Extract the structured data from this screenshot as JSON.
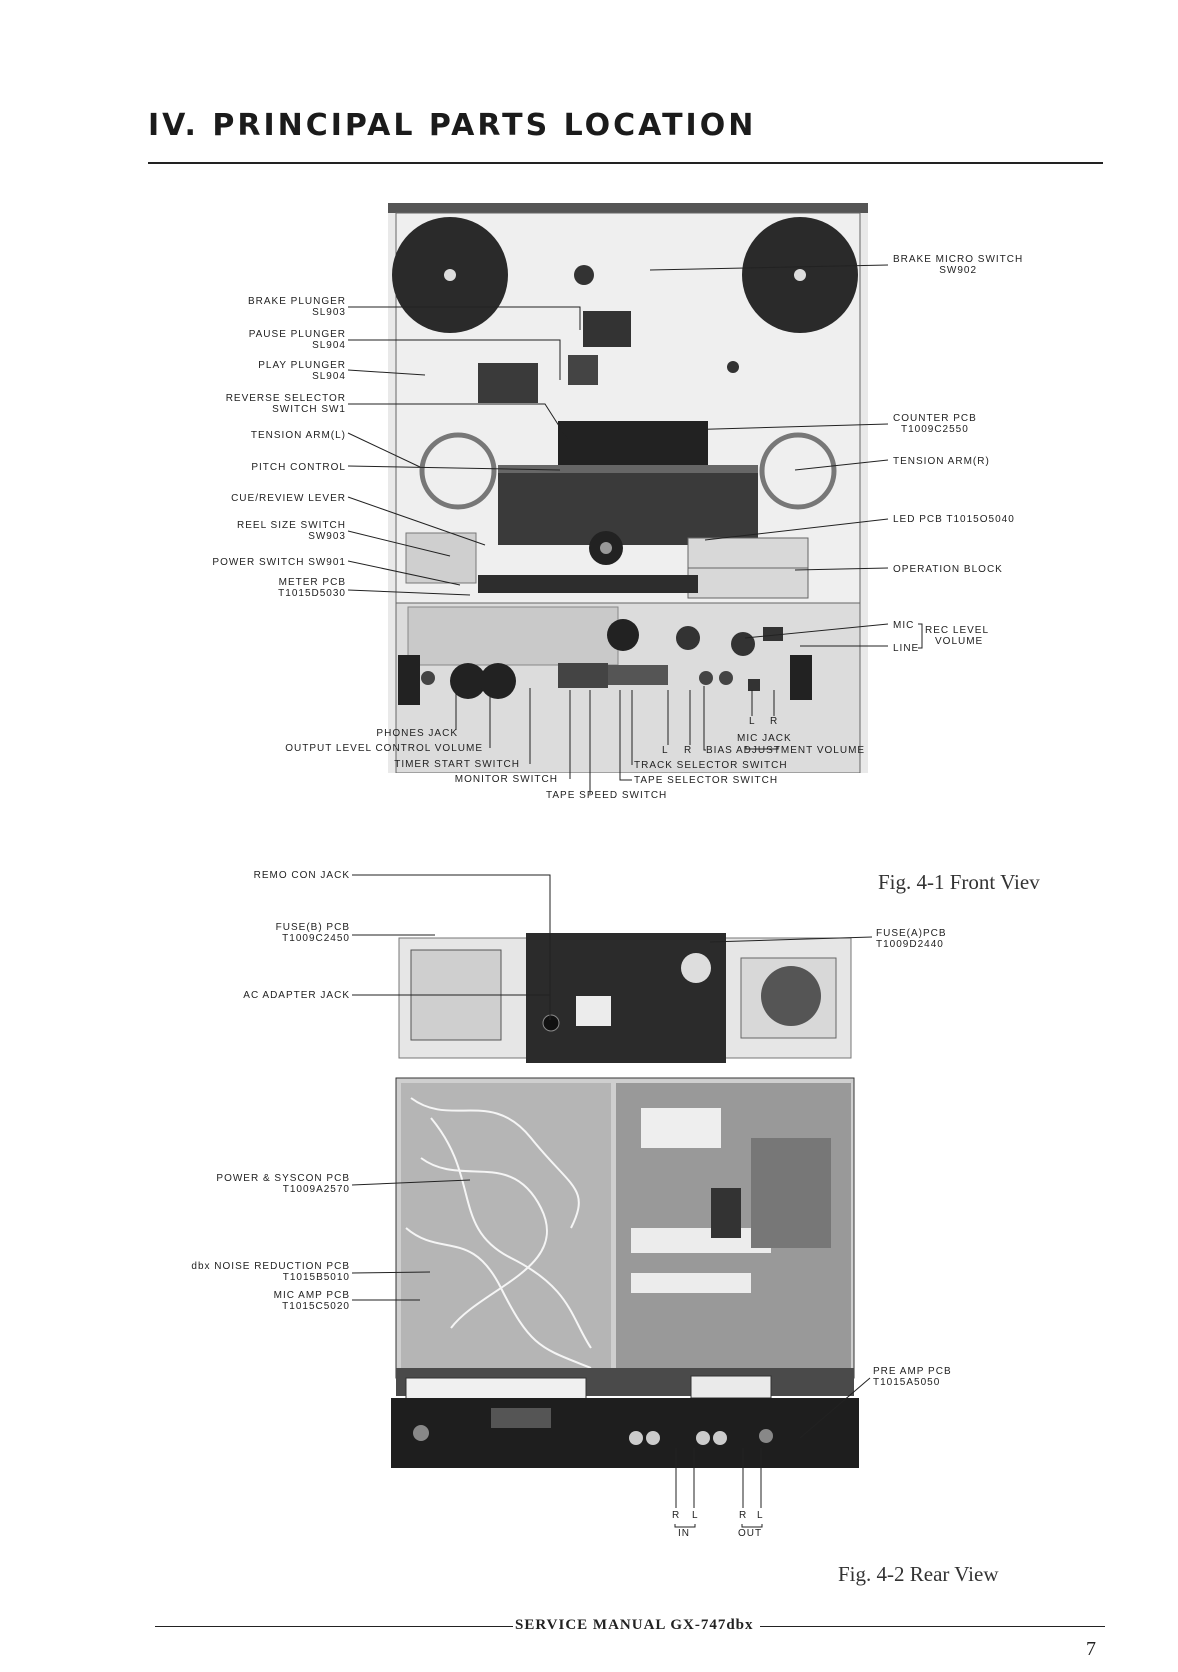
{
  "header": {
    "title": "IV. PRINCIPAL PARTS LOCATION"
  },
  "front": {
    "left_labels": [
      {
        "l1": "BRAKE PLUNGER",
        "l2": "SL903"
      },
      {
        "l1": "PAUSE PLUNGER",
        "l2": "SL904"
      },
      {
        "l1": "PLAY PLUNGER",
        "l2": "SL904"
      },
      {
        "l1": "REVERSE SELECTOR",
        "l2": "SWITCH SW1"
      },
      {
        "l1": "TENSION ARM(L)",
        "l2": ""
      },
      {
        "l1": "PITCH CONTROL",
        "l2": ""
      },
      {
        "l1": "CUE/REVIEW LEVER",
        "l2": ""
      },
      {
        "l1": "REEL SIZE SWITCH",
        "l2": "SW903"
      },
      {
        "l1": "POWER SWITCH SW901",
        "l2": ""
      },
      {
        "l1": "METER PCB",
        "l2": "T1015D5030"
      }
    ],
    "right_labels": [
      {
        "l1": "BRAKE MICRO SWITCH",
        "l2": "SW902"
      },
      {
        "l1": "COUNTER PCB",
        "l2": "T1009C2550"
      },
      {
        "l1": "TENSION ARM(R)",
        "l2": ""
      },
      {
        "l1": "LED PCB T1015O5040",
        "l2": ""
      },
      {
        "l1": "OPERATION BLOCK",
        "l2": ""
      }
    ],
    "mic": "MIC",
    "line": "LINE",
    "rec_level_1": "REC LEVEL",
    "rec_level_2": "VOLUME",
    "bottom_labels": {
      "phones_jack": "PHONES JACK",
      "output_level": "OUTPUT LEVEL CONTROL VOLUME",
      "timer_start": "TIMER START SWITCH",
      "monitor": "MONITOR SWITCH",
      "tape_speed": "TAPE SPEED SWITCH",
      "mic_l": "L",
      "mic_r": "R",
      "mic_jack": "MIC JACK",
      "bias_l": "L",
      "bias_r": "R",
      "bias": "BIAS ADJUSTMENT VOLUME",
      "track": "TRACK SELECTOR SWITCH",
      "tape_sel": "TAPE SELECTOR SWITCH"
    },
    "caption": "Fig. 4-1 Front Viev"
  },
  "rear": {
    "left_labels": [
      {
        "l1": "REMO CON JACK",
        "l2": ""
      },
      {
        "l1": "FUSE(B) PCB",
        "l2": "T1009C2450"
      },
      {
        "l1": "AC ADAPTER JACK",
        "l2": ""
      },
      {
        "l1": "POWER & SYSCON PCB",
        "l2": "T1009A2570"
      },
      {
        "l1": "dbx NOISE REDUCTION PCB",
        "l2": "T1015B5010"
      },
      {
        "l1": "MIC AMP PCB",
        "l2": "T1015C5020"
      }
    ],
    "right_labels": [
      {
        "l1": "FUSE(A)PCB",
        "l2": "T1009D2440"
      },
      {
        "l1": "PRE AMP PCB",
        "l2": "T1015A5050"
      }
    ],
    "in_r": "R",
    "in_l": "L",
    "in": "IN",
    "out_r": "R",
    "out_l": "L",
    "out": "OUT",
    "caption": "Fig. 4-2 Rear View"
  },
  "footer": {
    "text": "SERVICE MANUAL GX-747dbx",
    "page": "7"
  }
}
